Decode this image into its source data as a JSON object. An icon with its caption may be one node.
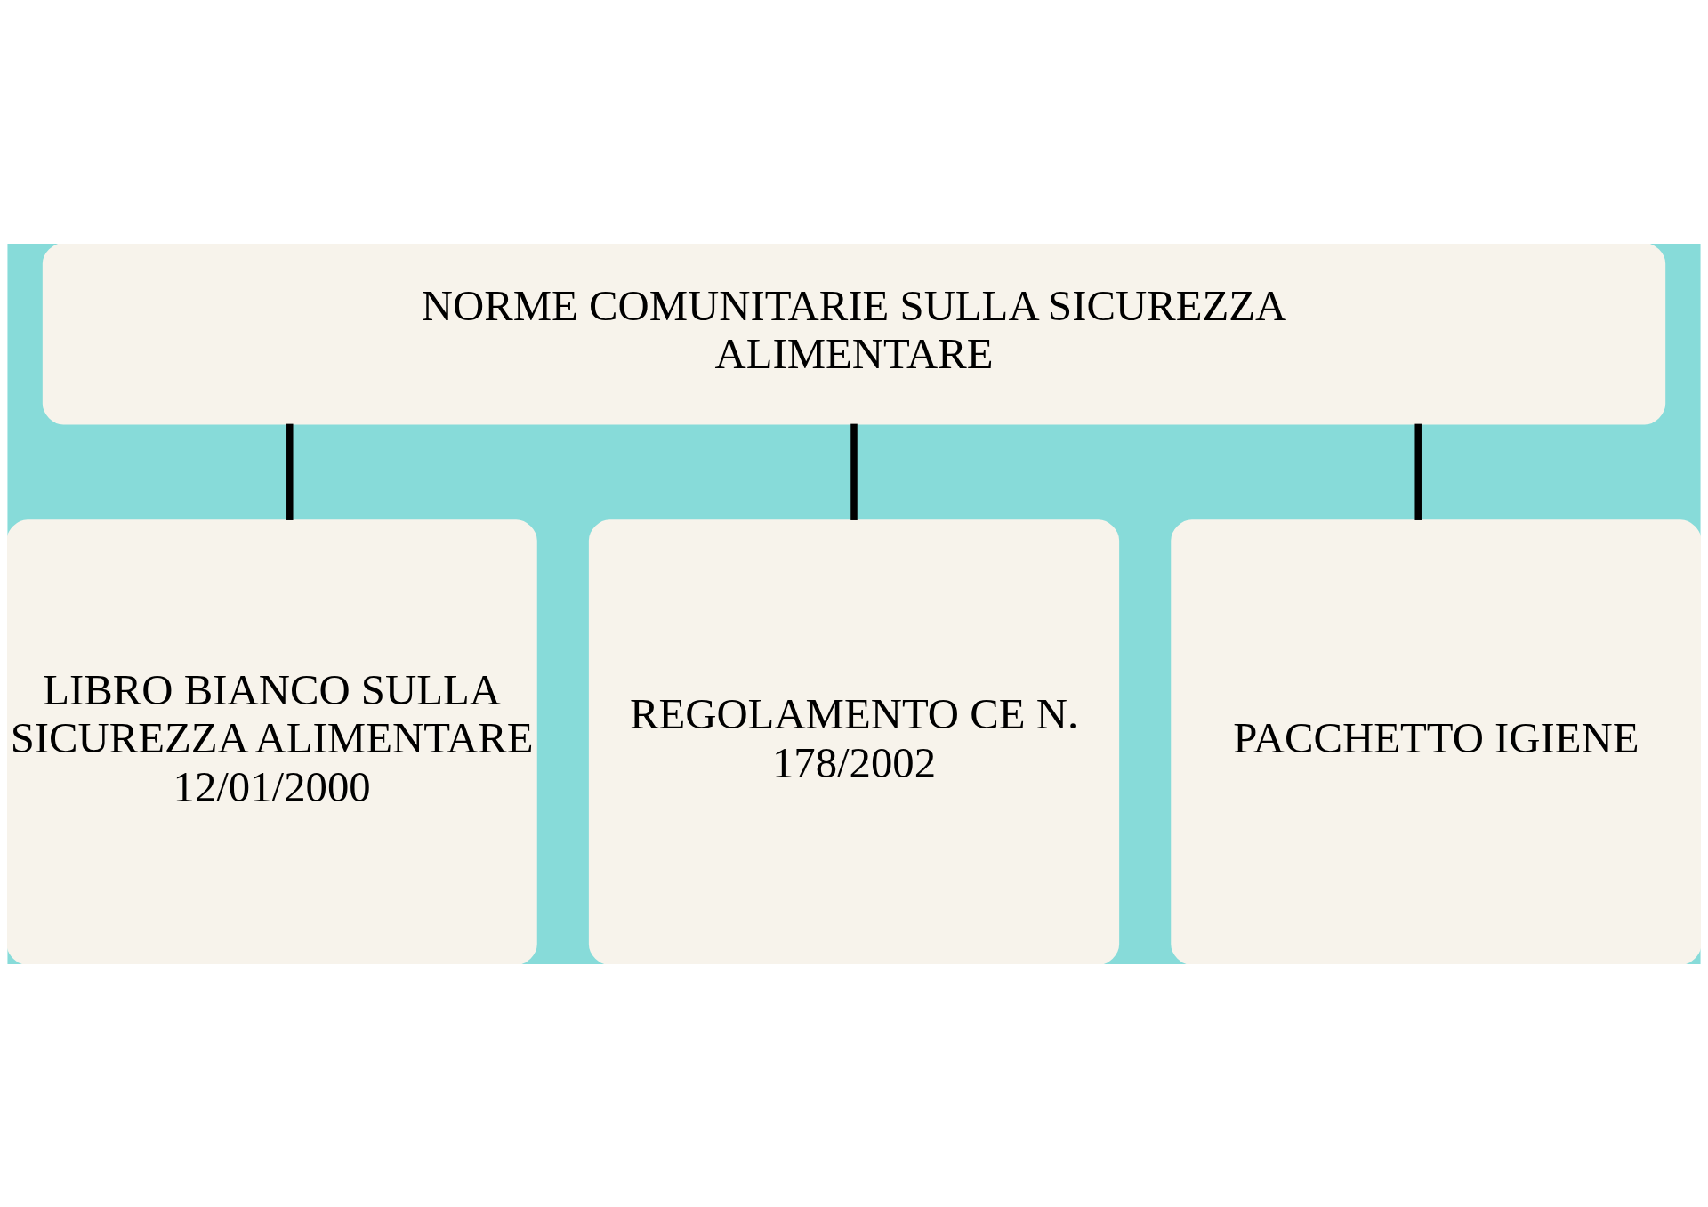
{
  "diagram": {
    "nodes": [
      {
        "text": [
          "NORME COMUNITARIE SULLA SICUREZZA ALIMENTARE"
        ]
      },
      {
        "text": [
          "LIBRO BIANCO SULLA SICUREZZA ALIMENTARE 12/01/2000"
        ]
      },
      {
        "text": [
          "REGOLAMENTO CE N. 178/2002"
        ]
      },
      {
        "text": [
          "PACCHETTO IGIENE"
        ]
      }
    ],
    "edges": [
      {
        "from": 0,
        "to": 1,
        "arrow": "none"
      },
      {
        "from": 0,
        "to": 2,
        "arrow": "none"
      },
      {
        "from": 0,
        "to": 3,
        "arrow": "none"
      }
    ]
  }
}
